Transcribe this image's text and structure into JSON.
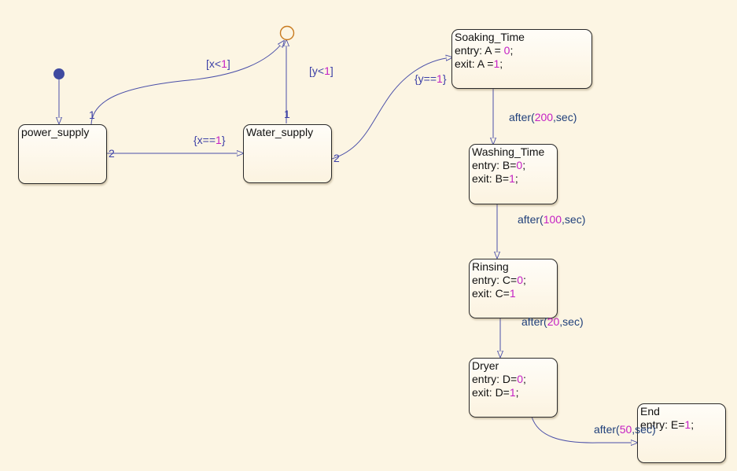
{
  "states": {
    "power_supply": {
      "name": "power_supply",
      "actions": []
    },
    "water_supply": {
      "name": "Water_supply",
      "actions": []
    },
    "soaking_time": {
      "name": "Soaking_Time",
      "actions": [
        {
          "prefix": "entry: A = ",
          "value": "0",
          "suffix": ";"
        },
        {
          "prefix": "exit: A =",
          "value": "1",
          "suffix": ";"
        }
      ]
    },
    "washing_time": {
      "name": "Washing_Time",
      "actions": [
        {
          "prefix": "entry: B=",
          "value": "0",
          "suffix": ";"
        },
        {
          "prefix": "exit: B=",
          "value": "1",
          "suffix": ";"
        }
      ]
    },
    "rinsing": {
      "name": "Rinsing",
      "actions": [
        {
          "prefix": "entry: C=",
          "value": "0",
          "suffix": ";"
        },
        {
          "prefix": "exit: C=",
          "value": "1",
          "suffix": ""
        }
      ]
    },
    "dryer": {
      "name": "Dryer",
      "actions": [
        {
          "prefix": "entry: D=",
          "value": "0",
          "suffix": ";"
        },
        {
          "prefix": "exit: D=",
          "value": "1",
          "suffix": ";"
        }
      ]
    },
    "end": {
      "name": "End",
      "actions": [
        {
          "prefix": "entry: E=",
          "value": "1",
          "suffix": ";"
        }
      ]
    }
  },
  "transitions": {
    "x_lt_1": {
      "open": "[x<",
      "value": "1",
      "close": "]"
    },
    "y_lt_1": {
      "open": "[y<",
      "value": "1",
      "close": "]"
    },
    "x_eq_1": {
      "open": "{x==",
      "value": "1",
      "close": "}"
    },
    "y_eq_1": {
      "open": "{y==",
      "value": "1",
      "close": "}"
    },
    "after_200": {
      "open": "after(",
      "value": "200",
      "close": ",sec)"
    },
    "after_100": {
      "open": "after(",
      "value": "100",
      "close": ",sec)"
    },
    "after_20": {
      "open": "after(",
      "value": "20",
      "close": ",sec)"
    },
    "after_50": {
      "open": "after(",
      "value": "50",
      "close": ",sec)"
    }
  },
  "priorities": {
    "power_supply_to_junction": "1",
    "power_supply_to_water": "2",
    "water_to_junction": "1",
    "water_to_soaking": "2"
  },
  "colors": {
    "background": "#fcf5e3",
    "transition_line": "#4a4fa8",
    "default_dot": "#3f4aa0",
    "junction": "#c87a1e",
    "number": "#c41fc4",
    "keyword": "#1f3f7a"
  }
}
